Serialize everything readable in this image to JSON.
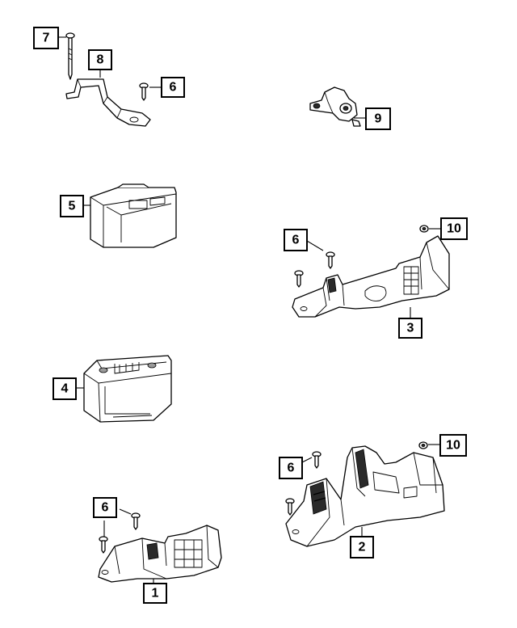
{
  "callouts": [
    {
      "id": "c7a",
      "label": "7"
    },
    {
      "id": "c8",
      "label": "8"
    },
    {
      "id": "c6a",
      "label": "6"
    },
    {
      "id": "c9",
      "label": "9"
    },
    {
      "id": "c5",
      "label": "5"
    },
    {
      "id": "c10a",
      "label": "10"
    },
    {
      "id": "c6b",
      "label": "6"
    },
    {
      "id": "c3",
      "label": "3"
    },
    {
      "id": "c4",
      "label": "4"
    },
    {
      "id": "c10b",
      "label": "10"
    },
    {
      "id": "c6c",
      "label": "6"
    },
    {
      "id": "c6d",
      "label": "6"
    },
    {
      "id": "c2",
      "label": "2"
    },
    {
      "id": "c1",
      "label": "1"
    }
  ]
}
